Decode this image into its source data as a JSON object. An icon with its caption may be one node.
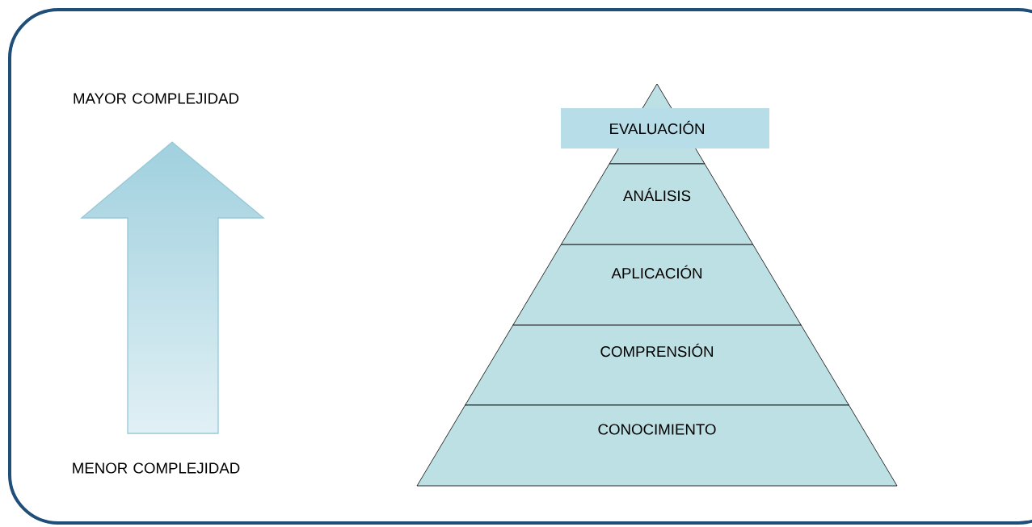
{
  "diagram": {
    "nodes": [
      {
        "text": [
          "EVALUACIÓN"
        ]
      },
      {
        "text": [
          "ANÁLISIS"
        ]
      },
      {
        "text": [
          "APLICACIÓN"
        ]
      },
      {
        "text": [
          "COMPRENSIÓN"
        ]
      },
      {
        "text": [
          "CONOCIMIENTO"
        ]
      }
    ],
    "labels": [
      "MAYOR COMPLEJIDAD",
      "MENOR COMPLEJIDAD"
    ]
  }
}
